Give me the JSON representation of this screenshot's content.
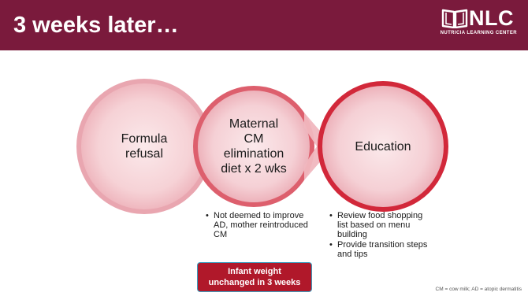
{
  "header": {
    "title": "3 weeks later…",
    "background": "#7a1a3c"
  },
  "logo": {
    "mark": "NLC",
    "subtitle": "NUTRICIA LEARNING CENTER",
    "icon": "open-book-icon"
  },
  "steps": [
    {
      "label_lines": [
        "Formula",
        "refusal"
      ],
      "fill": "#f3c6cc",
      "edge": "#e8a2ad"
    },
    {
      "label_lines": [
        "Maternal",
        "CM",
        "elimination",
        "diet x 2 wks"
      ],
      "fill": "#f2c8cd",
      "edge": "#dc5a68"
    },
    {
      "label_lines": [
        "Education"
      ],
      "fill": "#f3c9ce",
      "edge": "#d42a3a"
    }
  ],
  "notes": {
    "middle": [
      "Not deemed to improve AD, mother reintroduced CM"
    ],
    "right": [
      "Review food shopping list based on menu building",
      "Provide transition steps and tips"
    ]
  },
  "callout": {
    "line1": "Infant weight",
    "line2": "unchanged in 3 weeks",
    "color": "#b0182a"
  },
  "footnote": "CM = cow milk; AD = atopic dermatitis"
}
